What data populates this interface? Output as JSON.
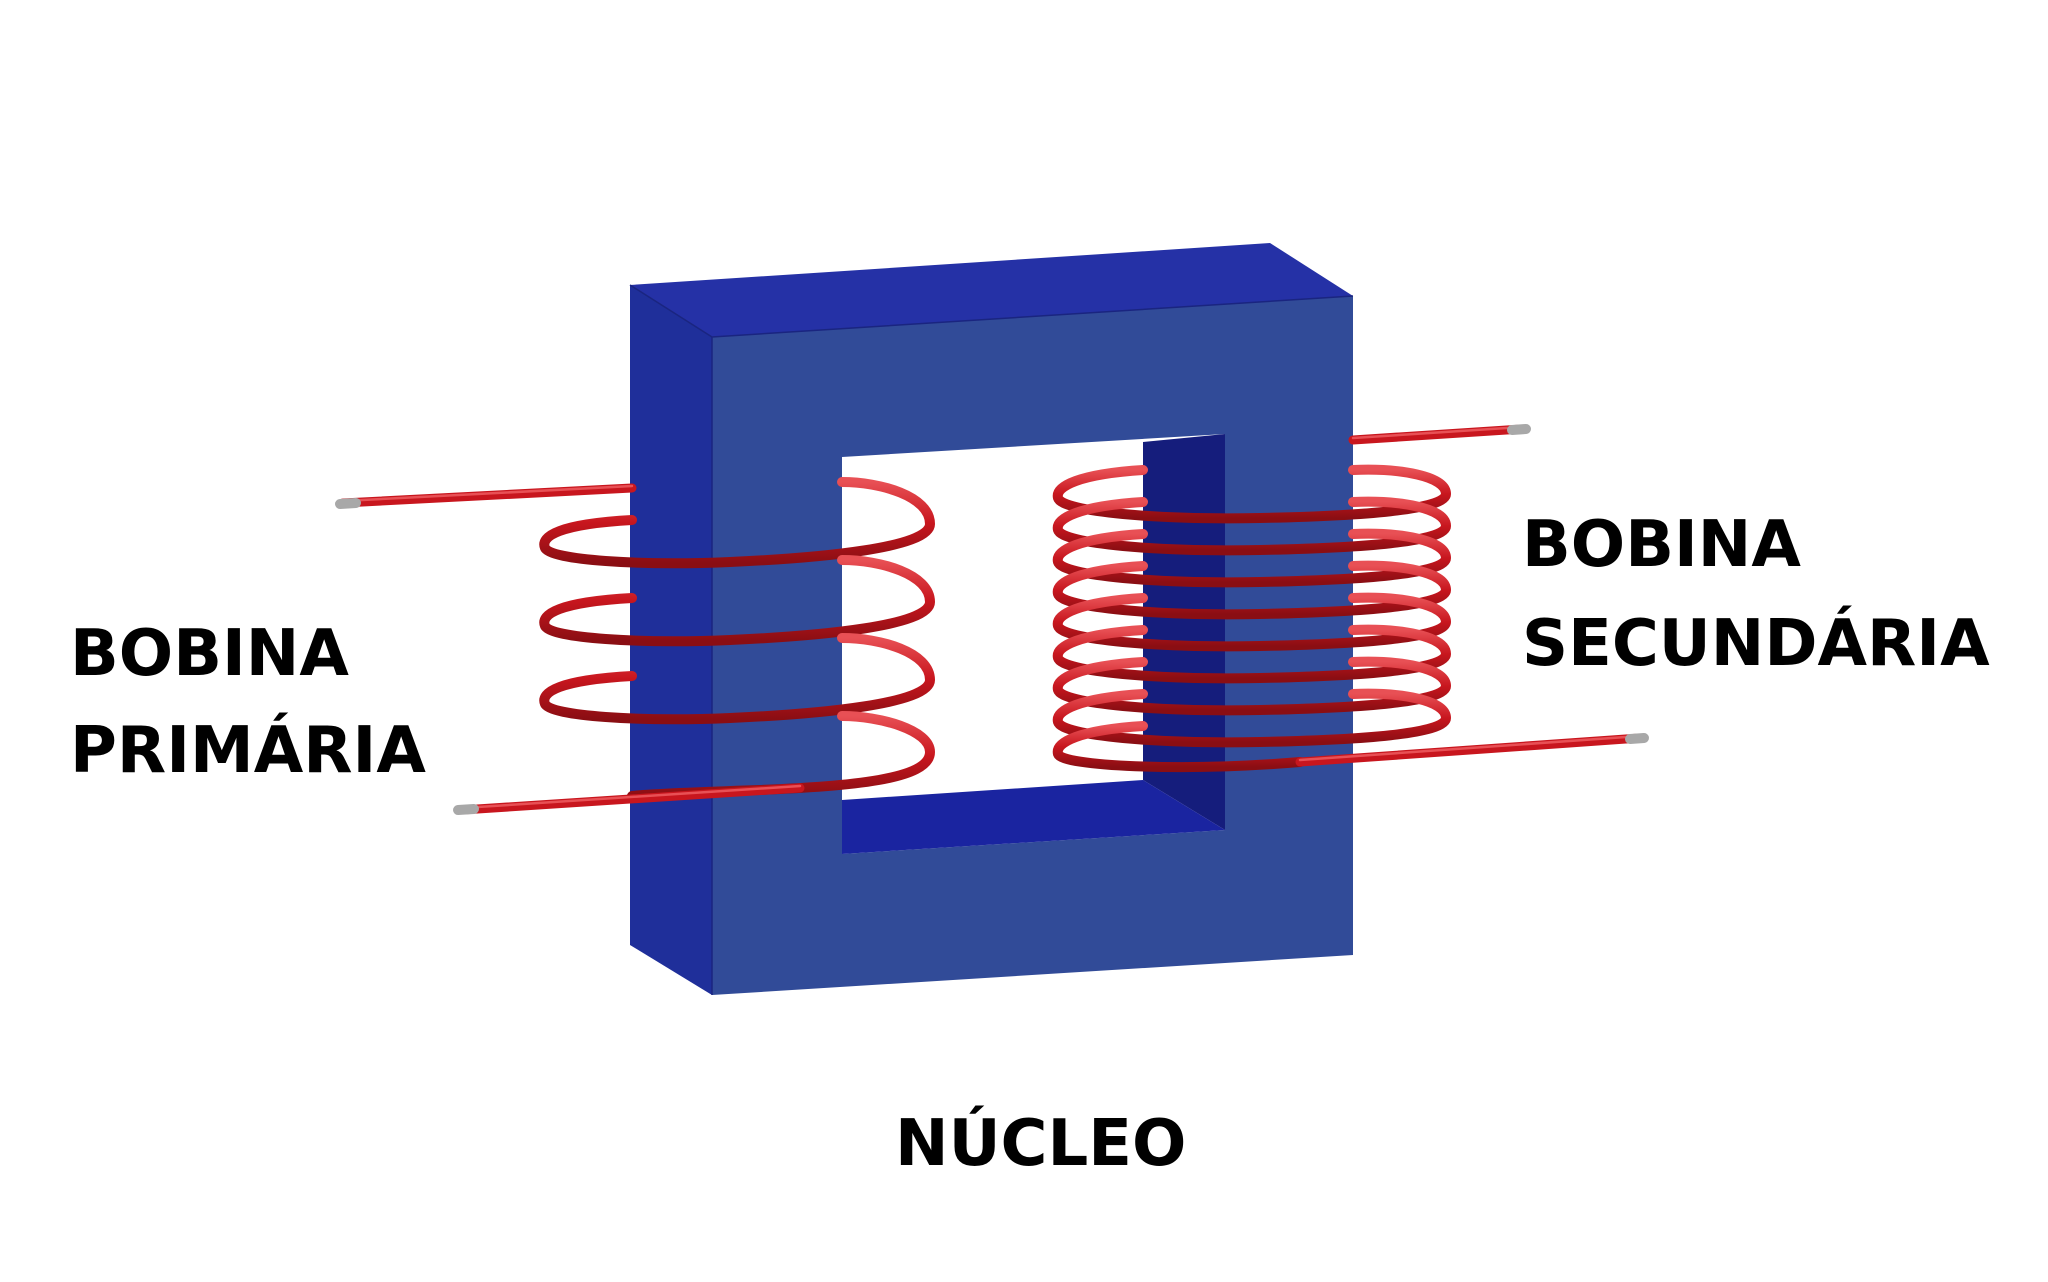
{
  "labels": {
    "primary_line1": "BOBINA",
    "primary_line2": "PRIMÁRIA",
    "secondary_line1": "BOBINA",
    "secondary_line2": "SECUNDÁRIA",
    "core": "NÚCLEO"
  },
  "colors": {
    "core_front": "#314b98",
    "core_side": "#1f2f9a",
    "core_top": "#2531a6",
    "core_inner_dark": "#151d7c",
    "wire": "#c8161e",
    "wire_highlight": "#e85055",
    "wire_tip": "#a8a8a8"
  },
  "coils": {
    "primary_turns": 3,
    "secondary_turns": 9
  }
}
